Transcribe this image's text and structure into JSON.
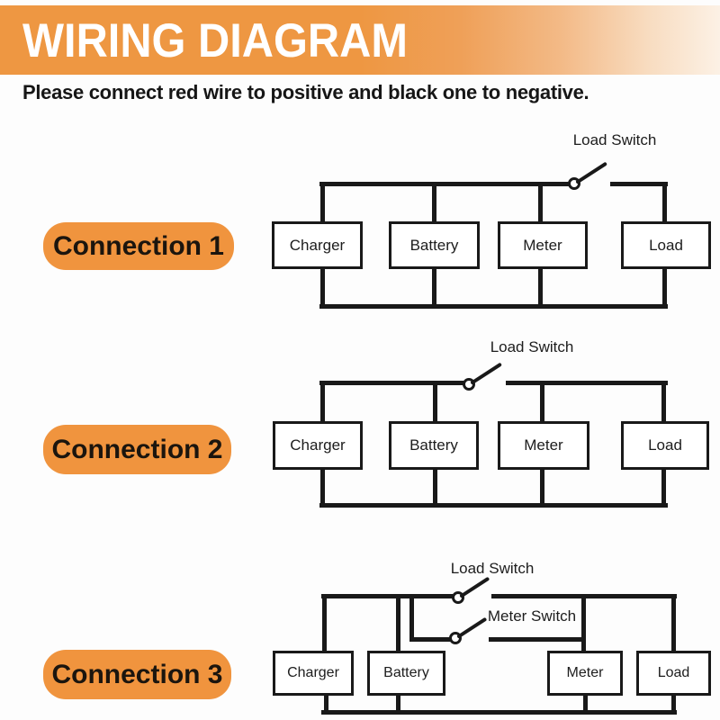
{
  "header": {
    "title": "WIRING DIAGRAM",
    "subtitle": "Please connect red wire to positive and black one to negative."
  },
  "connections": [
    {
      "label": "Connection 1",
      "components": [
        "Charger",
        "Battery",
        "Meter",
        "Load"
      ],
      "switches": [
        {
          "name": "Load Switch",
          "state": "open"
        }
      ]
    },
    {
      "label": "Connection 2",
      "components": [
        "Charger",
        "Battery",
        "Meter",
        "Load"
      ],
      "switches": [
        {
          "name": "Load Switch",
          "state": "open"
        }
      ]
    },
    {
      "label": "Connection 3",
      "components": [
        "Charger",
        "Battery",
        "Meter",
        "Load"
      ],
      "switches": [
        {
          "name": "Load Switch",
          "state": "open"
        },
        {
          "name": "Meter Switch",
          "state": "open"
        }
      ]
    }
  ],
  "colors": {
    "banner_orange": "#EE9742",
    "pill_orange": "#F0943E",
    "wire_black": "#191919",
    "title_white": "#FFFFFF"
  }
}
